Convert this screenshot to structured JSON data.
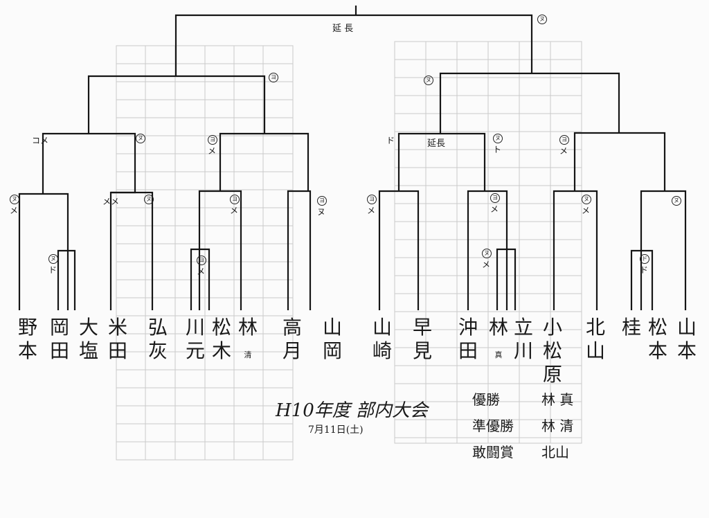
{
  "players": [
    {
      "top": "野",
      "bottom": "本",
      "sub": ""
    },
    {
      "top": "岡",
      "bottom": "田",
      "sub": ""
    },
    {
      "top": "大",
      "bottom": "塩",
      "sub": ""
    },
    {
      "top": "米",
      "bottom": "田",
      "sub": ""
    },
    {
      "top": "弘",
      "bottom": "灰",
      "sub": ""
    },
    {
      "top": "川",
      "bottom": "元",
      "sub": ""
    },
    {
      "top": "松",
      "bottom": "木",
      "sub": ""
    },
    {
      "top": "林",
      "bottom": "",
      "sub": "清"
    },
    {
      "top": "高",
      "bottom": "月",
      "sub": ""
    },
    {
      "top": "山",
      "bottom": "岡",
      "sub": ""
    },
    {
      "top": "山",
      "bottom": "崎",
      "sub": ""
    },
    {
      "top": "早",
      "bottom": "見",
      "sub": ""
    },
    {
      "top": "沖",
      "bottom": "田",
      "sub": ""
    },
    {
      "top": "林",
      "bottom": "",
      "sub": "真"
    },
    {
      "top": "立",
      "bottom": "川",
      "sub": ""
    },
    {
      "top": "小",
      "bottom": "松原",
      "sub": ""
    },
    {
      "top": "北",
      "bottom": "山",
      "sub": ""
    },
    {
      "top": "桂",
      "bottom": "",
      "sub": ""
    },
    {
      "top": "松",
      "bottom": "本",
      "sub": ""
    },
    {
      "top": "山",
      "bottom": "本",
      "sub": ""
    }
  ],
  "marks": [
    {
      "text": "メ",
      "circle": "ヌ"
    },
    {
      "text": "ド",
      "circle": "ヌ"
    },
    {
      "text": "メメ",
      "circle": ""
    },
    {
      "text": "",
      "circle": "ヌ"
    },
    {
      "text": "メ",
      "circle": "ヨ"
    },
    {
      "text": "メ",
      "circle": "ヨ"
    },
    {
      "text": "ヌ",
      "circle": "ヨ"
    },
    {
      "text": "コメ",
      "circle": ""
    },
    {
      "text": "",
      "circle": "ヌ"
    },
    {
      "text": "メ",
      "circle": "ヨ"
    },
    {
      "text": "",
      "circle": "ヨ"
    },
    {
      "text": "メ",
      "circle": "ヨ"
    },
    {
      "text": "メ",
      "circle": "ヨ"
    },
    {
      "text": "メ",
      "circle": "ヌ"
    },
    {
      "text": "ド",
      "circle": ""
    },
    {
      "text": "ト",
      "circle": "ヌ"
    },
    {
      "text": "メ",
      "circle": "ヨ"
    },
    {
      "text": "メ",
      "circle": "ヌ"
    },
    {
      "text": "",
      "circle": "ヌ"
    },
    {
      "text": "ド",
      "circle": "ド"
    },
    {
      "text": "",
      "circle": "ヌ"
    },
    {
      "text": "",
      "circle": "ヌ"
    }
  ],
  "annotations": {
    "final_overtime": "延 長",
    "semi_overtime": "延長"
  },
  "title": "H10年度 部内大会",
  "date": "7月11日(土)",
  "awards": [
    {
      "label": "優勝",
      "value": "林 真"
    },
    {
      "label": "準優勝",
      "value": "林 清"
    },
    {
      "label": "敢闘賞",
      "value": "北山"
    }
  ]
}
